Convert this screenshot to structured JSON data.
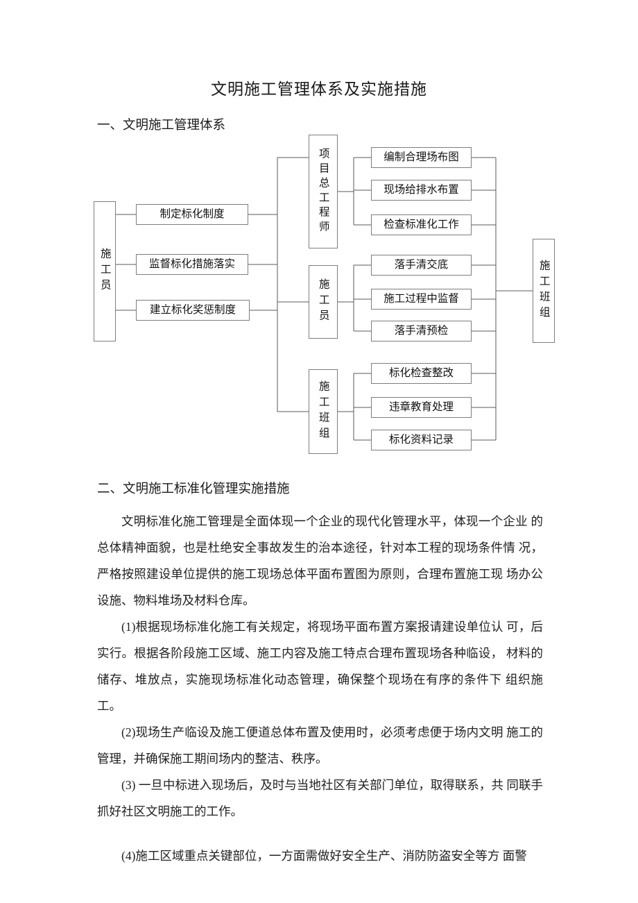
{
  "title": "文明施工管理体系及实施措施",
  "section1": {
    "heading": "一、文明施工管理体系"
  },
  "diagram": {
    "root": "施工员",
    "root_children": [
      "制定标化制度",
      "监督标化措施落实",
      "建立标化奖惩制度"
    ],
    "mid": [
      "项目总工程师",
      "施工员",
      "施工班组"
    ],
    "groups": [
      [
        "编制合理场布图",
        "现场给排水布置",
        "检查标准化工作"
      ],
      [
        "落手清交底",
        "施工过程中监督",
        "落手清预检"
      ],
      [
        "标化检查整改",
        "违章教育处理",
        "标化资料记录"
      ]
    ],
    "sink": "施工班组",
    "line_color": "#595959",
    "border_color": "#7d7d7d"
  },
  "section2": {
    "heading": "二、文明施工标准化管理实施措施",
    "paragraphs": [
      "文明标准化施工管理是全面体现一个企业的现代化管理水平，体现一个企业 的总体精神面貌，也是杜绝安全事故发生的治本途径，针对本工程的现场条件情 况，严格按照建设单位提供的施工现场总体平面布置图为原则，合理布置施工现 场办公设施、物料堆场及材料仓库。",
      "(1)根据现场标准化施工有关规定，将现场平面布置方案报请建设单位认 可，后实行。根据各阶段施工区域、施工内容及施工特点合理布置现场各种临设， 材料的储存、堆放点，实施现场标准化动态管理，确保整个现场在有序的条件下 组织施工。",
      "(2)现场生产临设及施工便道总体布置及使用时，必须考虑便于场内文明 施工的管理，并确保施工期间场内的整洁、秩序。",
      "(3) 一旦中标进入现场后，及时与当地社区有关部门单位，取得联系，共 同联手抓好社区文明施工的工作。",
      "(4)施工区域重点关键部位，一方面需做好安全生产、消防防盗安全等方 面警"
    ]
  }
}
